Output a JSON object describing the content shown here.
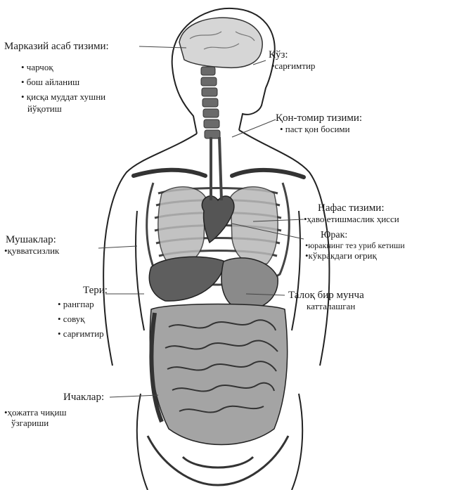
{
  "labels": {
    "cns": {
      "title": "Марказий асаб тизими:",
      "items": [
        "• чарчоқ",
        "• бош айланиш",
        "• қисқа муддат хушни",
        "йўқотиш"
      ]
    },
    "eye": {
      "title": "Кўз:",
      "items": [
        "•сарғимтир"
      ]
    },
    "vascular": {
      "title": "Қон-томир тизими:",
      "items": [
        "• паст қон босими"
      ]
    },
    "respiratory": {
      "title": "Нафас тизими:",
      "items": [
        "•ҳаво етишмаслик ҳисси"
      ]
    },
    "heart": {
      "title": "Юрак:",
      "items": [
        "•юракнинг тез уриб кетиши",
        "•кўкракдаги оғриқ"
      ]
    },
    "muscles": {
      "title": "Мушаклар:",
      "items": [
        "•қувватсизлик"
      ]
    },
    "skin": {
      "title": "Тери:",
      "items": [
        "• рангпар",
        "• совуқ",
        "• сарғимтир"
      ]
    },
    "spleen": {
      "title": "Талоқ бир мунча",
      "items": [
        "катталашган"
      ]
    },
    "intestines": {
      "title": "Ичаклар:",
      "items": [
        "•ҳожатга чиқиш",
        "ўзгариши"
      ]
    }
  },
  "colors": {
    "ink": "#1a1a1a",
    "organ_fill": "#9a9a9a",
    "organ_dark": "#555555",
    "body_line": "#222222"
  }
}
